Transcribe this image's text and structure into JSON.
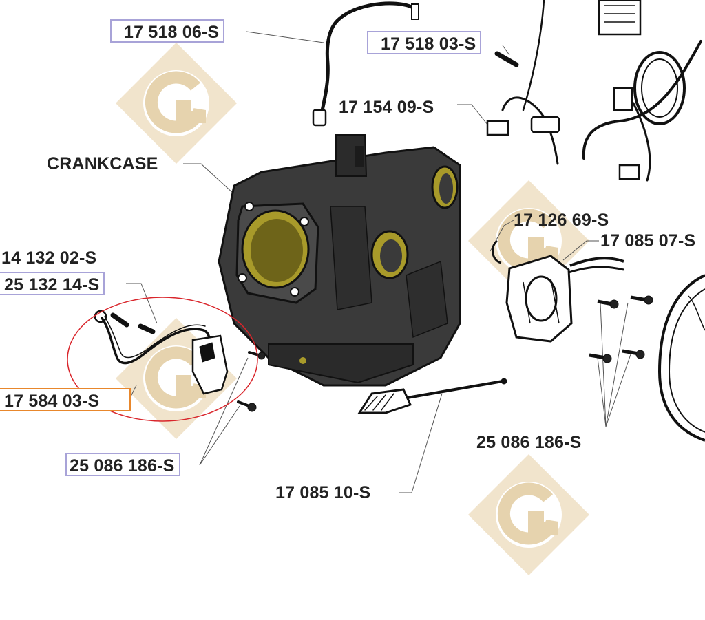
{
  "diagram": {
    "labels": {
      "p1": "17 518 06-S",
      "p2": "17 518 03-S",
      "p3": "17 154 09-S",
      "crankcase": "CRANKCASE",
      "p4": "17 126 69-S",
      "p5": "17 085 07-S",
      "p6": "14 132 02-S",
      "p7": "25 132 14-S",
      "p8": "17 584 03-S",
      "p9": "25 086 186-S",
      "p10": "25 086 186-S",
      "p11": "17 085 10-S"
    },
    "colors": {
      "label_border": "#a8a3d8",
      "highlight_border": "#e8872c",
      "highlight_ellipse": "#d9252b",
      "watermark": "#ecdcc0",
      "casting": "#2b2b2b",
      "bore": "#a89a2a"
    },
    "watermark_icon": "g-logo-icon"
  }
}
